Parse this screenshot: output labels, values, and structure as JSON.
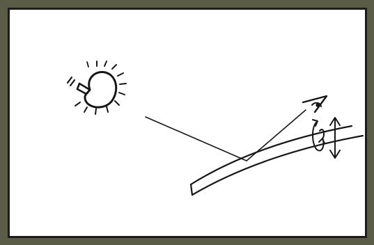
{
  "figure": {
    "kind": "hand-drawn sketch",
    "elements": [
      "light-bulb",
      "incident-ray",
      "reflected-ray",
      "curved-surface",
      "eye",
      "rotation-arrow",
      "vertical-motion-arrow"
    ],
    "colors": {
      "frame": "#5b5c47",
      "inner_border": "#1c1c1c",
      "paper": "#ffffff",
      "ink": "#161616"
    }
  }
}
